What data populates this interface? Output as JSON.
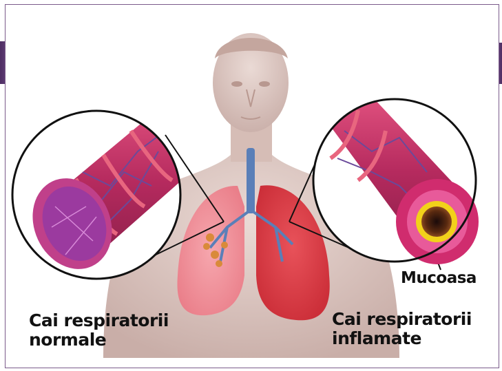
{
  "labels": {
    "normal_line1": "Cai respiratorii",
    "normal_line2": "normale",
    "inflamed_line1": "Cai respiratorii",
    "inflamed_line2": "inflamate",
    "mucosa": "Mucoasa"
  },
  "colors": {
    "frame": "#7a5a8a",
    "band": "#5e3d73",
    "skin": "#d9c2bc",
    "normal_lung": "#ef8f98",
    "inflamed_lung": "#dc3b44",
    "airway_wall": "#c8326a",
    "airway_vessels": "#6a4a9a",
    "mucosa_ring": "#f2d21a"
  }
}
